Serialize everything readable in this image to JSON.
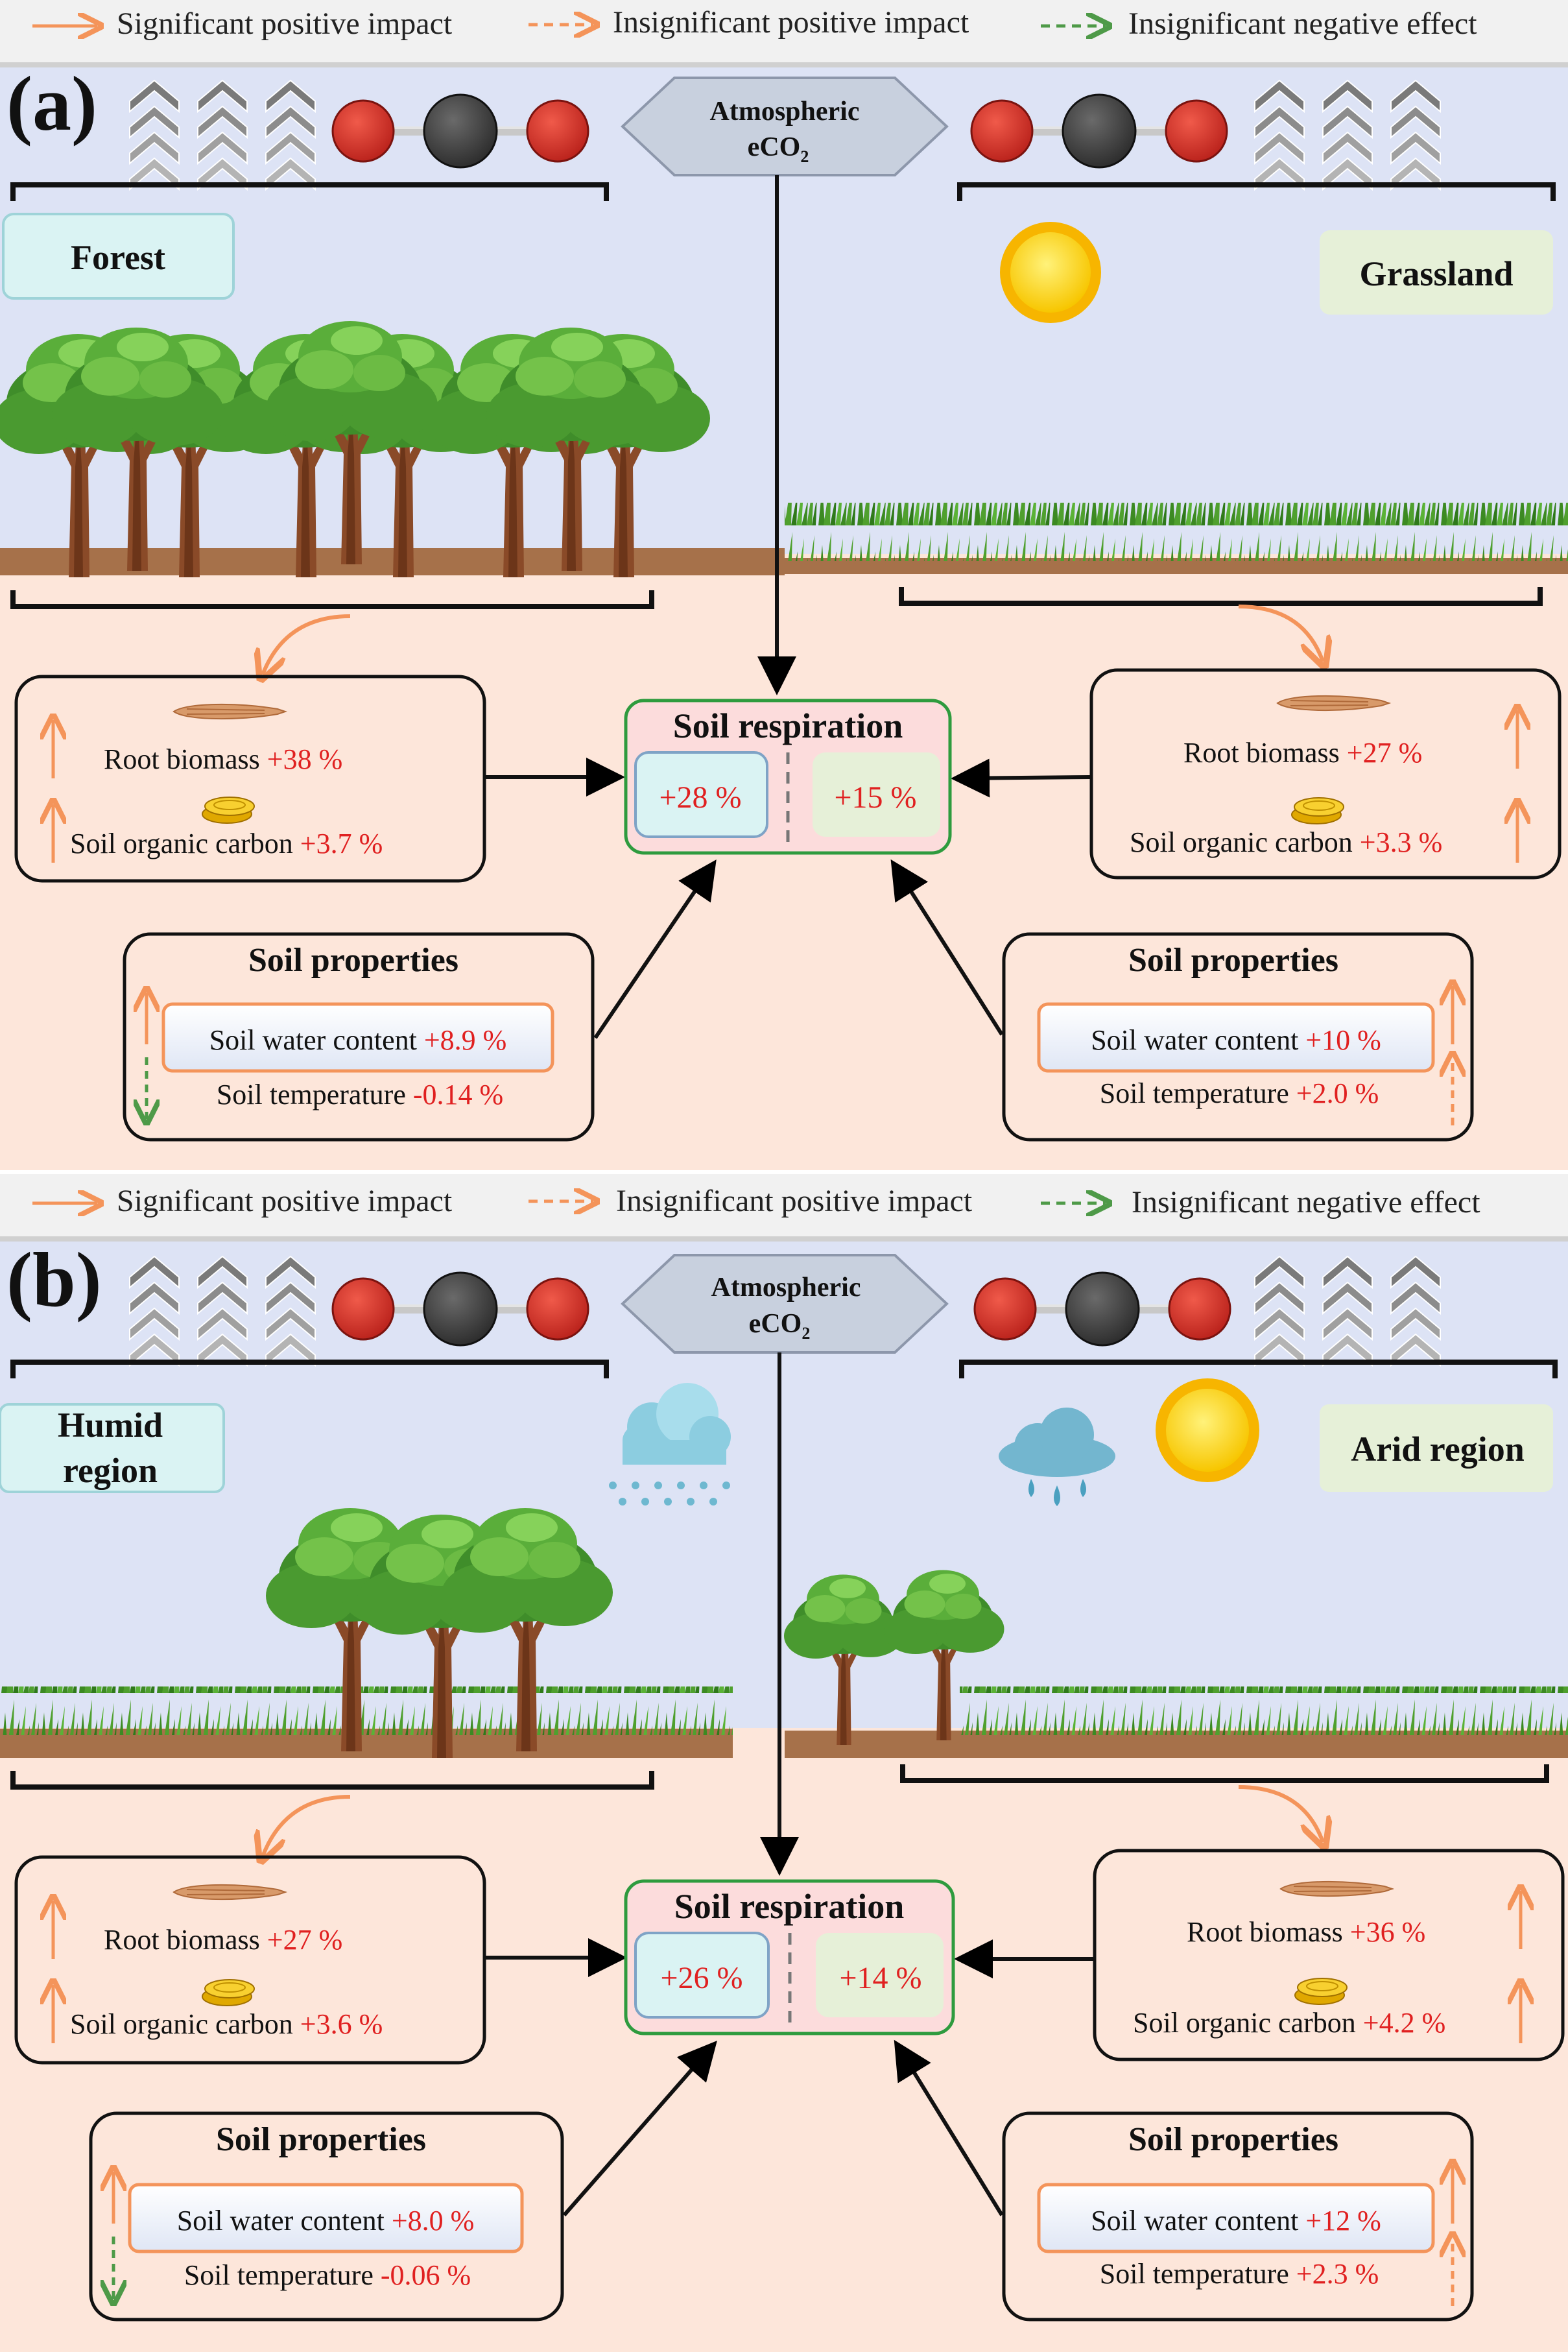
{
  "legend": {
    "sig_pos": "Significant positive impact",
    "insig_pos": "Insignificant positive impact",
    "insig_neg": "Insignificant negative effect"
  },
  "colors": {
    "sig_pos": "#f4945a",
    "insig_pos": "#f4945a",
    "insig_neg": "#4e9a48",
    "sky": "#dde3f5",
    "soil": "#fde6da",
    "ground": "#a6714a",
    "resp_border": "#2e9b3e",
    "value_red": "#e02020",
    "forest_box": "#daf3f3",
    "grass_box": "#e6f0d8"
  },
  "panels": [
    {
      "letter": "(a)",
      "center_label_1": "Atmospheric",
      "center_label_2": "eCO",
      "center_label_sub": "2",
      "left_title": "Forest",
      "right_title": "Grassland",
      "resp_title": "Soil respiration",
      "resp_left": "+28 %",
      "resp_right": "+15 %",
      "left_root_label": "Root biomass",
      "left_root_val": "+38 %",
      "left_soc_label": "Soil organic carbon",
      "left_soc_val": "+3.7 %",
      "right_root_label": "Root biomass",
      "right_root_val": "+27 %",
      "right_soc_label": "Soil organic carbon",
      "right_soc_val": "+3.3 %",
      "left_sp_title": "Soil properties",
      "left_swc_label": "Soil water content",
      "left_swc_val": "+8.9 %",
      "left_st_label": "Soil temperature",
      "left_st_val": "-0.14 %",
      "right_sp_title": "Soil properties",
      "right_swc_label": "Soil water content",
      "right_swc_val": "+10 %",
      "right_st_label": "Soil temperature",
      "right_st_val": "+2.0 %"
    },
    {
      "letter": "(b)",
      "center_label_1": "Atmospheric",
      "center_label_2": "eCO",
      "center_label_sub": "2",
      "left_title_1": "Humid",
      "left_title_2": "region",
      "right_title": "Arid region",
      "resp_title": "Soil respiration",
      "resp_left": "+26 %",
      "resp_right": "+14 %",
      "left_root_label": "Root biomass",
      "left_root_val": "+27 %",
      "left_soc_label": "Soil organic carbon",
      "left_soc_val": "+3.6 %",
      "right_root_label": "Root biomass",
      "right_root_val": "+36 %",
      "right_soc_label": "Soil organic carbon",
      "right_soc_val": "+4.2 %",
      "left_sp_title": "Soil properties",
      "left_swc_label": "Soil water content",
      "left_swc_val": "+8.0 %",
      "left_st_label": "Soil temperature",
      "left_st_val": "-0.06 %",
      "right_sp_title": "Soil properties",
      "right_swc_label": "Soil water content",
      "right_swc_val": "+12 %",
      "right_st_label": "Soil temperature",
      "right_st_val": "+2.3 %"
    }
  ],
  "molecule_atoms": [
    "O",
    "C",
    "O"
  ]
}
